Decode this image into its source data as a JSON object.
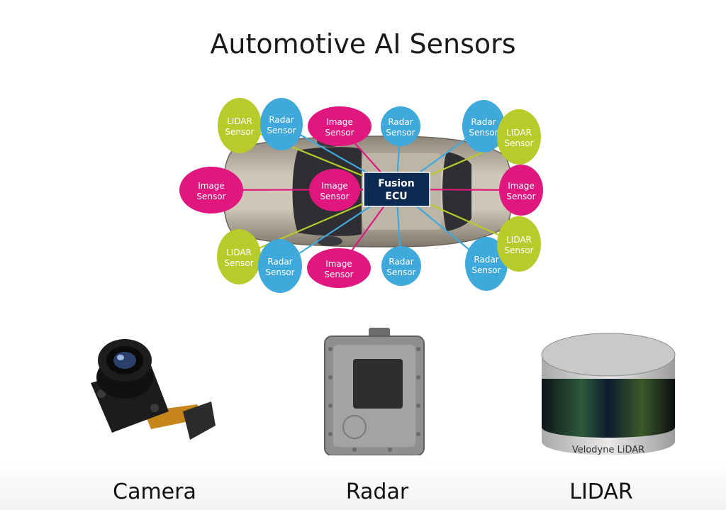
{
  "slide": {
    "title": "Automotive AI Sensors"
  },
  "diagram": {
    "ecu_label_line1": "Fusion",
    "ecu_label_line2": "ECU",
    "colors": {
      "image": "#e0177f",
      "radar": "#3fa9dc",
      "lidar": "#b7cc2a",
      "ecu": "#0c2a52"
    },
    "sensors": [
      {
        "id": "lidar-front-left",
        "kind": "lidar",
        "line1": "LIDAR",
        "line2": "Sensor"
      },
      {
        "id": "radar-front-left",
        "kind": "radar",
        "line1": "Radar",
        "line2": "Sensor"
      },
      {
        "id": "image-top",
        "kind": "image",
        "line1": "Image",
        "line2": "Sensor"
      },
      {
        "id": "radar-top",
        "kind": "radar",
        "line1": "Radar",
        "line2": "Sensor"
      },
      {
        "id": "radar-front-right",
        "kind": "radar",
        "line1": "Radar",
        "line2": "Sensor"
      },
      {
        "id": "lidar-front-right",
        "kind": "lidar",
        "line1": "LIDAR",
        "line2": "Sensor"
      },
      {
        "id": "image-left",
        "kind": "image",
        "line1": "Image",
        "line2": "Sensor"
      },
      {
        "id": "image-center",
        "kind": "image",
        "line1": "Image",
        "line2": "Sensor"
      },
      {
        "id": "image-right",
        "kind": "image",
        "line1": "Image",
        "line2": "Sensor"
      },
      {
        "id": "lidar-rear-left",
        "kind": "lidar",
        "line1": "LIDAR",
        "line2": "Sensor"
      },
      {
        "id": "radar-rear-left",
        "kind": "radar",
        "line1": "Radar",
        "line2": "Sensor"
      },
      {
        "id": "image-bottom",
        "kind": "image",
        "line1": "Image",
        "line2": "Sensor"
      },
      {
        "id": "radar-bottom",
        "kind": "radar",
        "line1": "Radar",
        "line2": "Sensor"
      },
      {
        "id": "radar-rear-right",
        "kind": "radar",
        "line1": "Radar",
        "line2": "Sensor"
      },
      {
        "id": "lidar-rear-right",
        "kind": "lidar",
        "line1": "LIDAR",
        "line2": "Sensor"
      }
    ]
  },
  "products": {
    "camera_label": "Camera",
    "radar_label": "Radar",
    "lidar_label": "LIDAR",
    "lidar_brand": "Velodyne LiDAR"
  }
}
